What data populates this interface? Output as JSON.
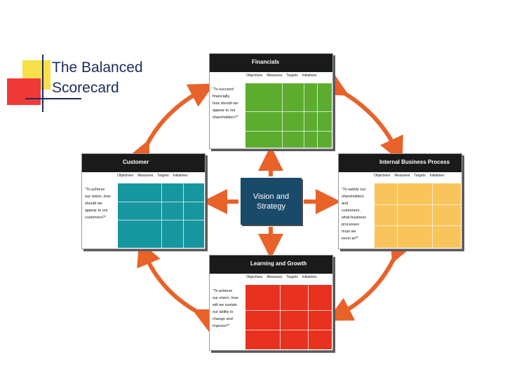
{
  "title": {
    "line1": "The Balanced",
    "line2": "Scorecard"
  },
  "vision": {
    "line1": "Vision and",
    "line2": "Strategy",
    "color": "#1a4a6a"
  },
  "columns": [
    "Objectives",
    "Measures",
    "Targets",
    "Initiatives"
  ],
  "cards": {
    "financials": {
      "title": "Financials",
      "question": [
        "\"To succeed",
        "financially,",
        "how should we",
        "appear to our",
        "shareholders?\""
      ],
      "color": "#5cad2f"
    },
    "customer": {
      "title": "Customer",
      "question": [
        "\"To achieve",
        "our vision, how",
        "should we",
        "appear to our",
        "customers?\""
      ],
      "color": "#16969e"
    },
    "internal": {
      "title": "Internal Business Process",
      "question": [
        "\"To satisfy our",
        "shareholders",
        "and",
        "customers,",
        "what business",
        "processes",
        "must we",
        "excel at?\""
      ],
      "color": "#f9c45c"
    },
    "learning": {
      "title": "Learning and Growth",
      "question": [
        "\"To achieve",
        "our vision, how",
        "will we sustain",
        "our ability to",
        "change and",
        "improve?\""
      ],
      "color": "#e8311f"
    }
  },
  "arrow_color": "#e8622a"
}
